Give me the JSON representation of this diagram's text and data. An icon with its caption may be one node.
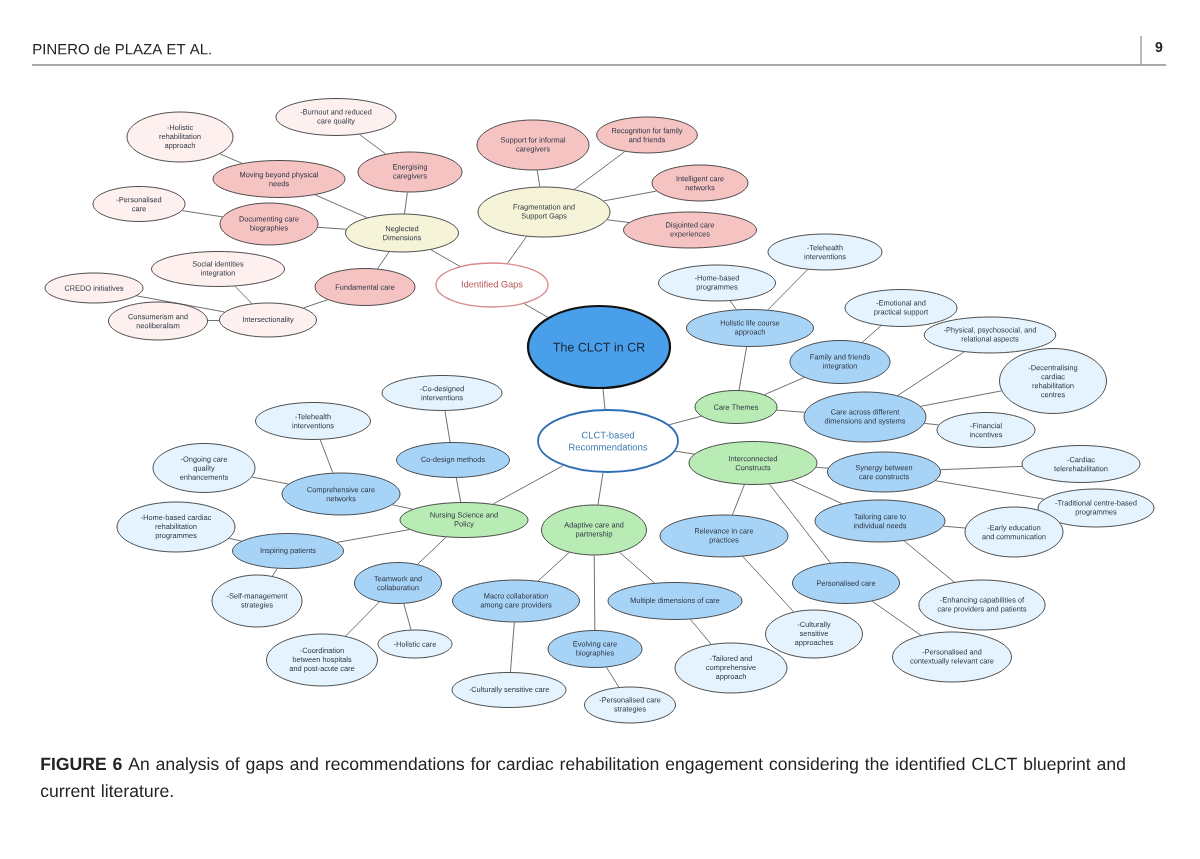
{
  "diagram": {
    "caption": "**FIGURE 6** An analysis of gaps and recommendations for cardiac rehabilitation engagement considering the identified CLCT blueprint and current literature.",
    "nodes": [
      {
        "text": [
          "The CLCT in CR"
        ]
      },
      {
        "text": [
          "Identified Gaps"
        ]
      },
      {
        "text": [
          "CLCT-based Recommendations"
        ]
      },
      {
        "text": [
          "Neglected Dimensions"
        ]
      },
      {
        "text": [
          "Energising caregivers"
        ]
      },
      {
        "text": [
          "-Burnout and reduced care quality"
        ]
      },
      {
        "text": [
          "Moving beyond physical needs"
        ]
      },
      {
        "text": [
          "-Holistic rehabilitation approach"
        ]
      },
      {
        "text": [
          "Documenting care biographies"
        ]
      },
      {
        "text": [
          "-Personalised care"
        ]
      },
      {
        "text": [
          "Fundamental care"
        ]
      },
      {
        "text": [
          "Intersectionality"
        ]
      },
      {
        "text": [
          "Social identities integration"
        ]
      },
      {
        "text": [
          "CREDO initiatives"
        ]
      },
      {
        "text": [
          "Consumerism and neoliberalism"
        ]
      },
      {
        "text": [
          "Fragmentation and Support Gaps"
        ]
      },
      {
        "text": [
          "Support for informal caregivers"
        ]
      },
      {
        "text": [
          "Recognition for family and friends"
        ]
      },
      {
        "text": [
          "Intelligent care networks"
        ]
      },
      {
        "text": [
          "Disjointed care experiences"
        ]
      },
      {
        "text": [
          "Care Themes"
        ]
      },
      {
        "text": [
          "Holistic life course approach"
        ]
      },
      {
        "text": [
          "-Home-based programmes"
        ]
      },
      {
        "text": [
          "-Telehealth interventions"
        ]
      },
      {
        "text": [
          "Family and friends integration"
        ]
      },
      {
        "text": [
          "-Emotional and practical support"
        ]
      },
      {
        "text": [
          "Care across different dimensions and systems"
        ]
      },
      {
        "text": [
          "-Physical, psychosocial, and relational aspects"
        ]
      },
      {
        "text": [
          "-Decentralising cardiac rehabilitation centres"
        ]
      },
      {
        "text": [
          "-Financial incentives"
        ]
      },
      {
        "text": [
          "Interconnected Constructs"
        ]
      },
      {
        "text": [
          "Synergy between care constructs"
        ]
      },
      {
        "text": [
          "-Cardiac telerehabilitation"
        ]
      },
      {
        "text": [
          "-Traditional centre-based programmes"
        ]
      },
      {
        "text": [
          "Tailoring care to individual needs"
        ]
      },
      {
        "text": [
          "-Early education and communication"
        ]
      },
      {
        "text": [
          "Relevance in care practices"
        ]
      },
      {
        "text": [
          "-Culturally sensitive approaches"
        ]
      },
      {
        "text": [
          "Personalised care"
        ]
      },
      {
        "text": [
          "-Enhancing capabilities of care providers and patients"
        ]
      },
      {
        "text": [
          "-Personalised and contextually relevant care"
        ]
      },
      {
        "text": [
          "Nursing Science and Policy"
        ]
      },
      {
        "text": [
          "Co-design methods"
        ]
      },
      {
        "text": [
          "-Co-designed interventions"
        ]
      },
      {
        "text": [
          "Comprehensive care networks"
        ]
      },
      {
        "text": [
          "-Telehealth interventions"
        ]
      },
      {
        "text": [
          "-Ongoing care quality enhancements"
        ]
      },
      {
        "text": [
          "Inspiring patients"
        ]
      },
      {
        "text": [
          "-Home-based cardiac rehabilitation programmes"
        ]
      },
      {
        "text": [
          "-Self-management strategies"
        ]
      },
      {
        "text": [
          "Teamwork and collaboration"
        ]
      },
      {
        "text": [
          "-Coordination between hospitals and post-acute care"
        ]
      },
      {
        "text": [
          "-Holistic care"
        ]
      },
      {
        "text": [
          "Adaptive care and partnership"
        ]
      },
      {
        "text": [
          "Macro collaboration among care providers"
        ]
      },
      {
        "text": [
          "-Culturally sensitive care"
        ]
      },
      {
        "text": [
          "Evolving care biographies"
        ]
      },
      {
        "text": [
          "-Personalised care strategies"
        ]
      },
      {
        "text": [
          "Multiple dimensions of care"
        ]
      },
      {
        "text": [
          "-Tailored and comprehensive approach"
        ]
      }
    ],
    "edges": [
      {
        "from": 0,
        "to": 1,
        "arrow": "none"
      },
      {
        "from": 0,
        "to": 2,
        "arrow": "none"
      },
      {
        "from": 1,
        "to": 3,
        "arrow": "none"
      },
      {
        "from": 1,
        "to": 15,
        "arrow": "none"
      },
      {
        "from": 3,
        "to": 4,
        "arrow": "none"
      },
      {
        "from": 4,
        "to": 5,
        "arrow": "none"
      },
      {
        "from": 3,
        "to": 6,
        "arrow": "none"
      },
      {
        "from": 6,
        "to": 7,
        "arrow": "none"
      },
      {
        "from": 3,
        "to": 8,
        "arrow": "none"
      },
      {
        "from": 8,
        "to": 9,
        "arrow": "none"
      },
      {
        "from": 3,
        "to": 10,
        "arrow": "none"
      },
      {
        "from": 10,
        "to": 11,
        "arrow": "none"
      },
      {
        "from": 11,
        "to": 12,
        "arrow": "none"
      },
      {
        "from": 11,
        "to": 13,
        "arrow": "none"
      },
      {
        "from": 11,
        "to": 14,
        "arrow": "none"
      },
      {
        "from": 15,
        "to": 16,
        "arrow": "none"
      },
      {
        "from": 15,
        "to": 17,
        "arrow": "none"
      },
      {
        "from": 15,
        "to": 18,
        "arrow": "none"
      },
      {
        "from": 15,
        "to": 19,
        "arrow": "none"
      },
      {
        "from": 2,
        "to": 20,
        "arrow": "none"
      },
      {
        "from": 20,
        "to": 21,
        "arrow": "none"
      },
      {
        "from": 21,
        "to": 22,
        "arrow": "none"
      },
      {
        "from": 21,
        "to": 23,
        "arrow": "none"
      },
      {
        "from": 20,
        "to": 24,
        "arrow": "none"
      },
      {
        "from": 24,
        "to": 25,
        "arrow": "none"
      },
      {
        "from": 20,
        "to": 26,
        "arrow": "none"
      },
      {
        "from": 26,
        "to": 27,
        "arrow": "none"
      },
      {
        "from": 26,
        "to": 28,
        "arrow": "none"
      },
      {
        "from": 26,
        "to": 29,
        "arrow": "none"
      },
      {
        "from": 2,
        "to": 30,
        "arrow": "none"
      },
      {
        "from": 30,
        "to": 31,
        "arrow": "none"
      },
      {
        "from": 31,
        "to": 32,
        "arrow": "none"
      },
      {
        "from": 31,
        "to": 33,
        "arrow": "none"
      },
      {
        "from": 30,
        "to": 34,
        "arrow": "none"
      },
      {
        "from": 34,
        "to": 35,
        "arrow": "none"
      },
      {
        "from": 30,
        "to": 36,
        "arrow": "none"
      },
      {
        "from": 36,
        "to": 37,
        "arrow": "none"
      },
      {
        "from": 30,
        "to": 38,
        "arrow": "none"
      },
      {
        "from": 34,
        "to": 39,
        "arrow": "none"
      },
      {
        "from": 38,
        "to": 40,
        "arrow": "none"
      },
      {
        "from": 2,
        "to": 41,
        "arrow": "none"
      },
      {
        "from": 41,
        "to": 42,
        "arrow": "none"
      },
      {
        "from": 42,
        "to": 43,
        "arrow": "none"
      },
      {
        "from": 41,
        "to": 44,
        "arrow": "none"
      },
      {
        "from": 44,
        "to": 45,
        "arrow": "none"
      },
      {
        "from": 44,
        "to": 46,
        "arrow": "none"
      },
      {
        "from": 41,
        "to": 47,
        "arrow": "none"
      },
      {
        "from": 47,
        "to": 48,
        "arrow": "none"
      },
      {
        "from": 47,
        "to": 49,
        "arrow": "none"
      },
      {
        "from": 41,
        "to": 50,
        "arrow": "none"
      },
      {
        "from": 50,
        "to": 51,
        "arrow": "none"
      },
      {
        "from": 50,
        "to": 52,
        "arrow": "none"
      },
      {
        "from": 2,
        "to": 53,
        "arrow": "none"
      },
      {
        "from": 53,
        "to": 54,
        "arrow": "none"
      },
      {
        "from": 54,
        "to": 55,
        "arrow": "none"
      },
      {
        "from": 53,
        "to": 56,
        "arrow": "none"
      },
      {
        "from": 56,
        "to": 57,
        "arrow": "none"
      },
      {
        "from": 53,
        "to": 58,
        "arrow": "none"
      },
      {
        "from": 58,
        "to": 59,
        "arrow": "none"
      }
    ],
    "labels": [
      "PINERO de PLAZA ET AL.",
      "9"
    ]
  }
}
